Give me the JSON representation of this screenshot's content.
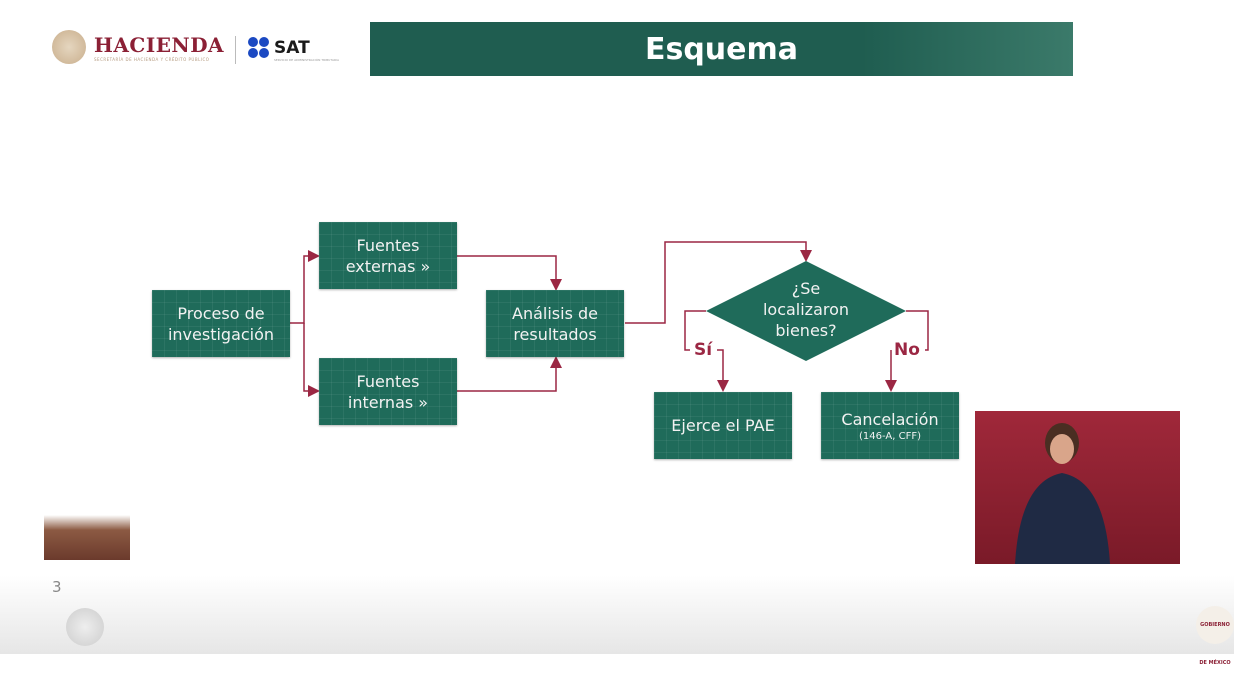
{
  "header": {
    "hacienda": "HACIENDA",
    "hacienda_sub": "SECRETARÍA DE HACIENDA Y CRÉDITO PÚBLICO",
    "sat": "SAT",
    "sat_sub": "SERVICIO DE ADMINISTRACIÓN TRIBUTARIA",
    "title": "Esquema"
  },
  "flow": {
    "proceso": [
      "Proceso de",
      "investigación"
    ],
    "externas": [
      "Fuentes",
      "externas »"
    ],
    "internas": [
      "Fuentes",
      "internas »"
    ],
    "analisis": [
      "Análisis de",
      "resultados"
    ],
    "question": [
      "¿Se",
      "localizaron",
      "bienes?"
    ],
    "yes": "Sí",
    "no": "No",
    "ejerce": "Ejerce el PAE",
    "cancel": "Cancelación",
    "cancel_sub": "(146-A, CFF)"
  },
  "footer": {
    "anniv_number": "3",
    "gob_mexico": "GOBIERNO DE MÉXICO"
  },
  "colors": {
    "green": "#1f6b5a",
    "banner": "#1f5d50",
    "line": "#9b2743",
    "video_bg": "#8b2232"
  }
}
